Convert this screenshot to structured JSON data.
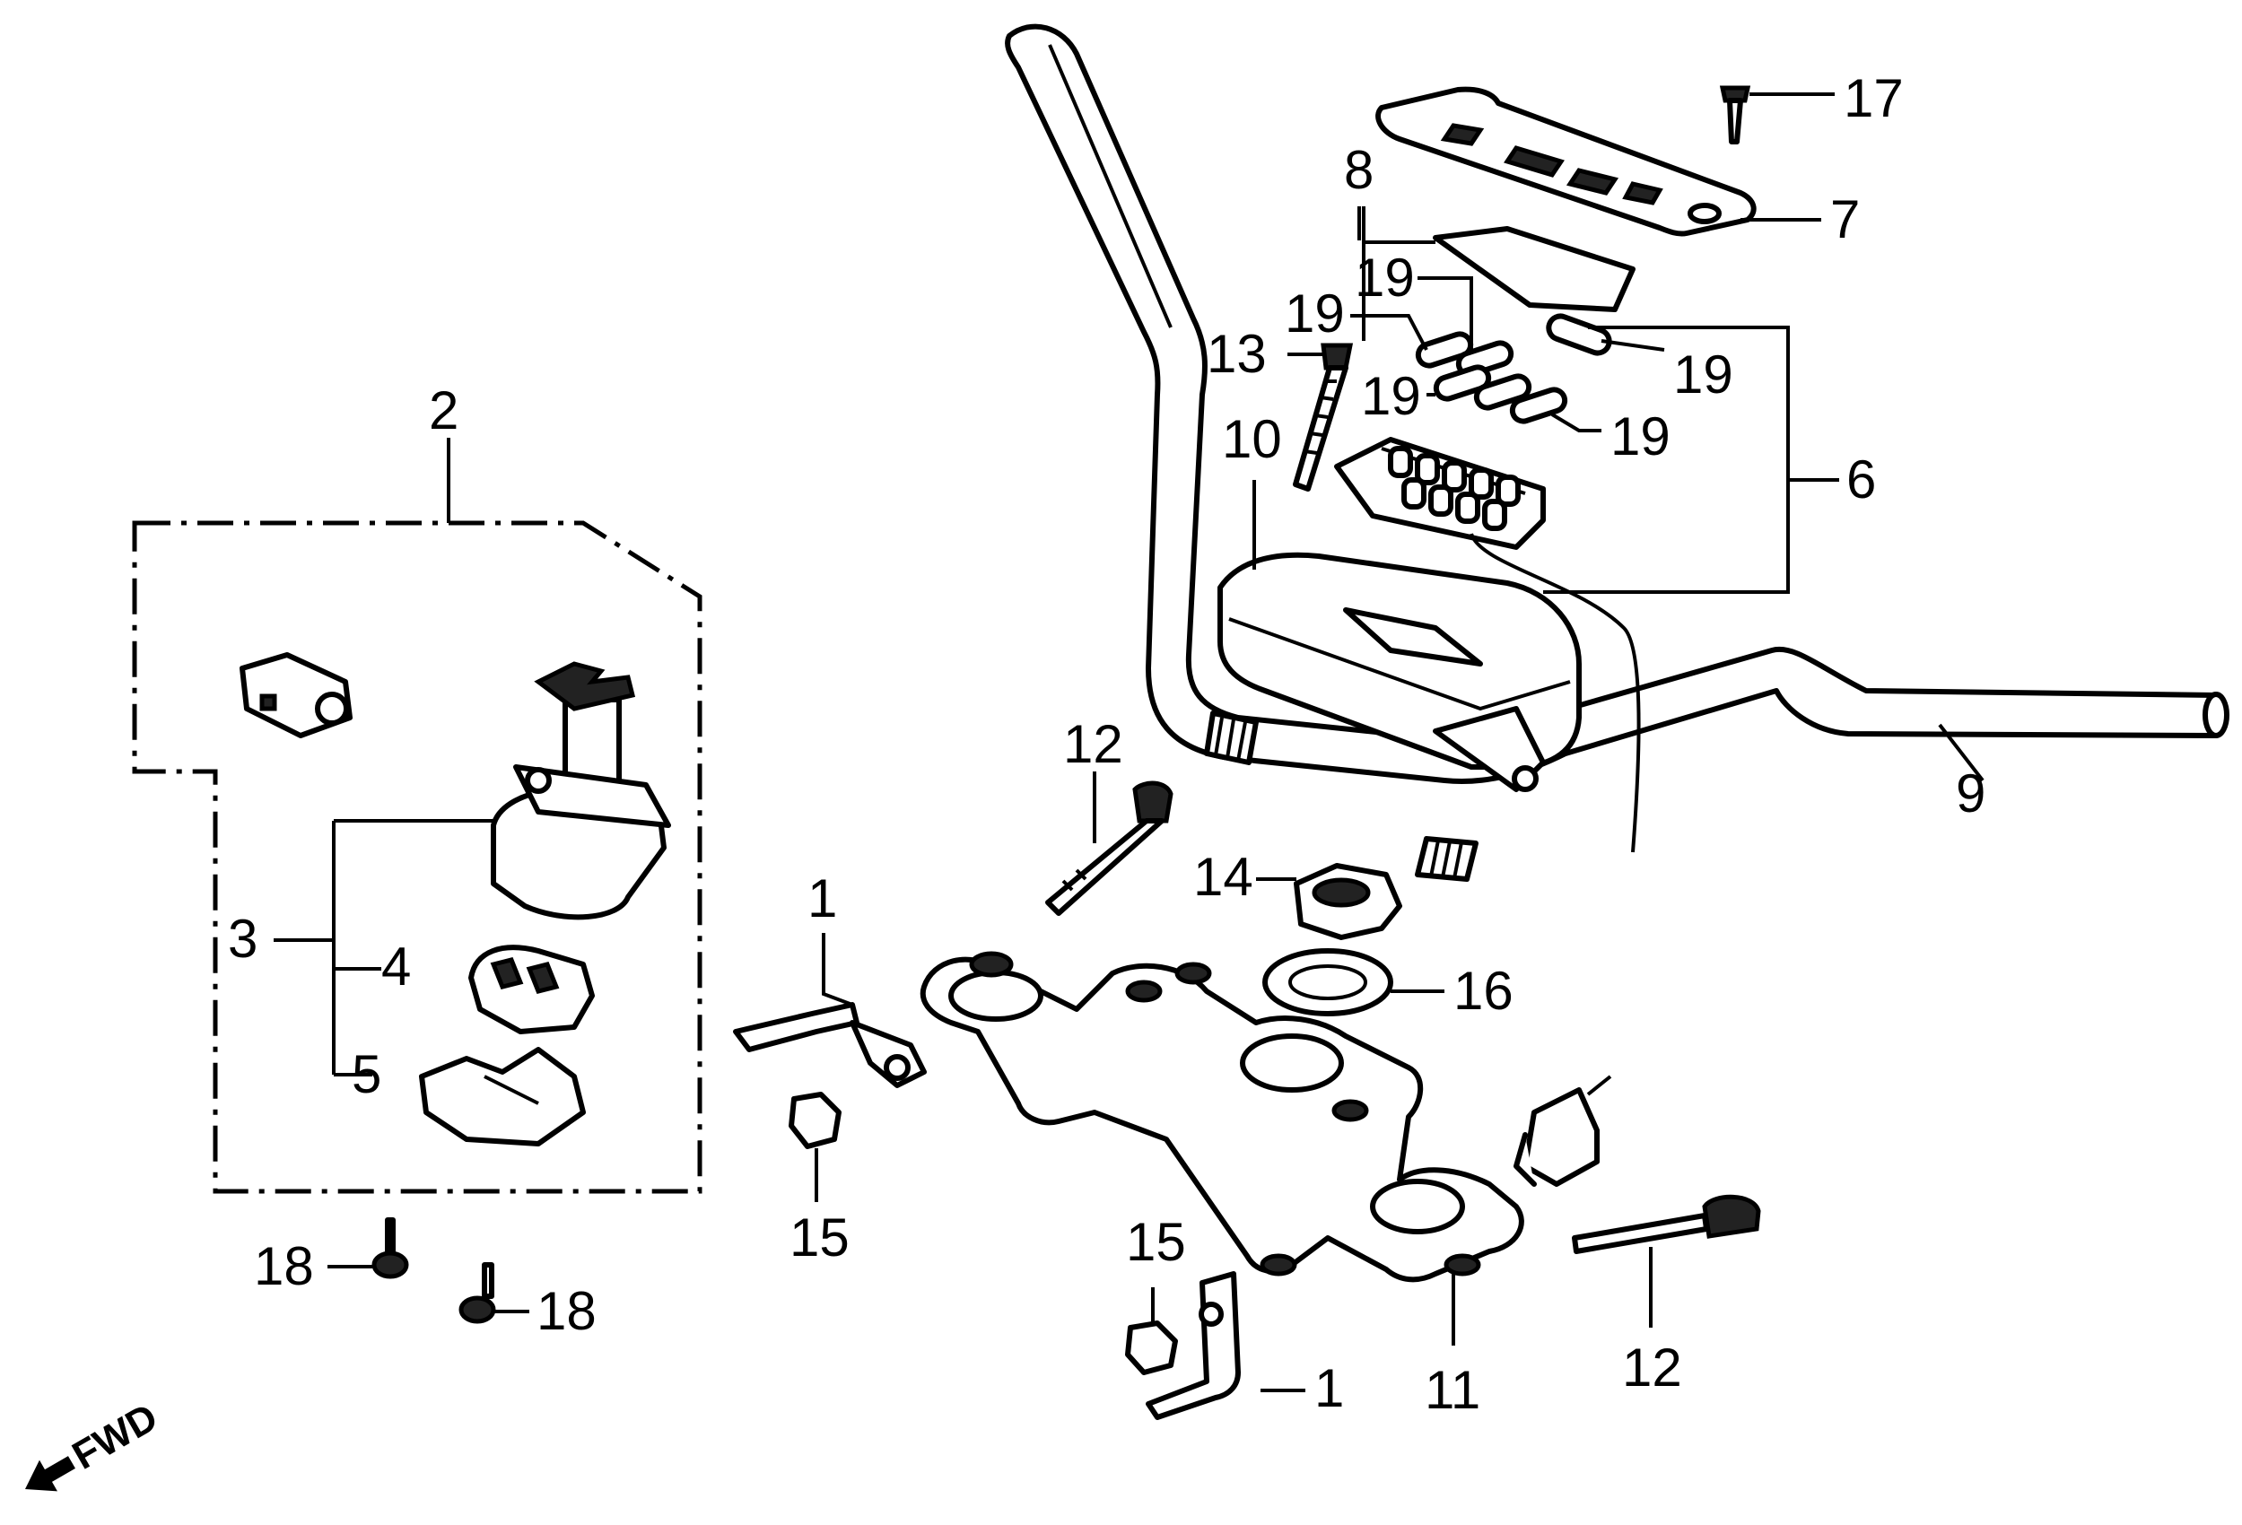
{
  "callouts": {
    "c1a": "1",
    "c1b": "1",
    "c2": "2",
    "c3": "3",
    "c4": "4",
    "c5": "5",
    "c6": "6",
    "c7": "7",
    "c8": "8",
    "c9": "9",
    "c10": "10",
    "c11": "11",
    "c12a": "12",
    "c12b": "12",
    "c13": "13",
    "c14": "14",
    "c15a": "15",
    "c15b": "15",
    "c16": "16",
    "c17": "17",
    "c18a": "18",
    "c18b": "18",
    "c19a": "19",
    "c19b": "19",
    "c19c": "19",
    "c19d": "19",
    "c19e": "19"
  },
  "direction_label": "FWD"
}
